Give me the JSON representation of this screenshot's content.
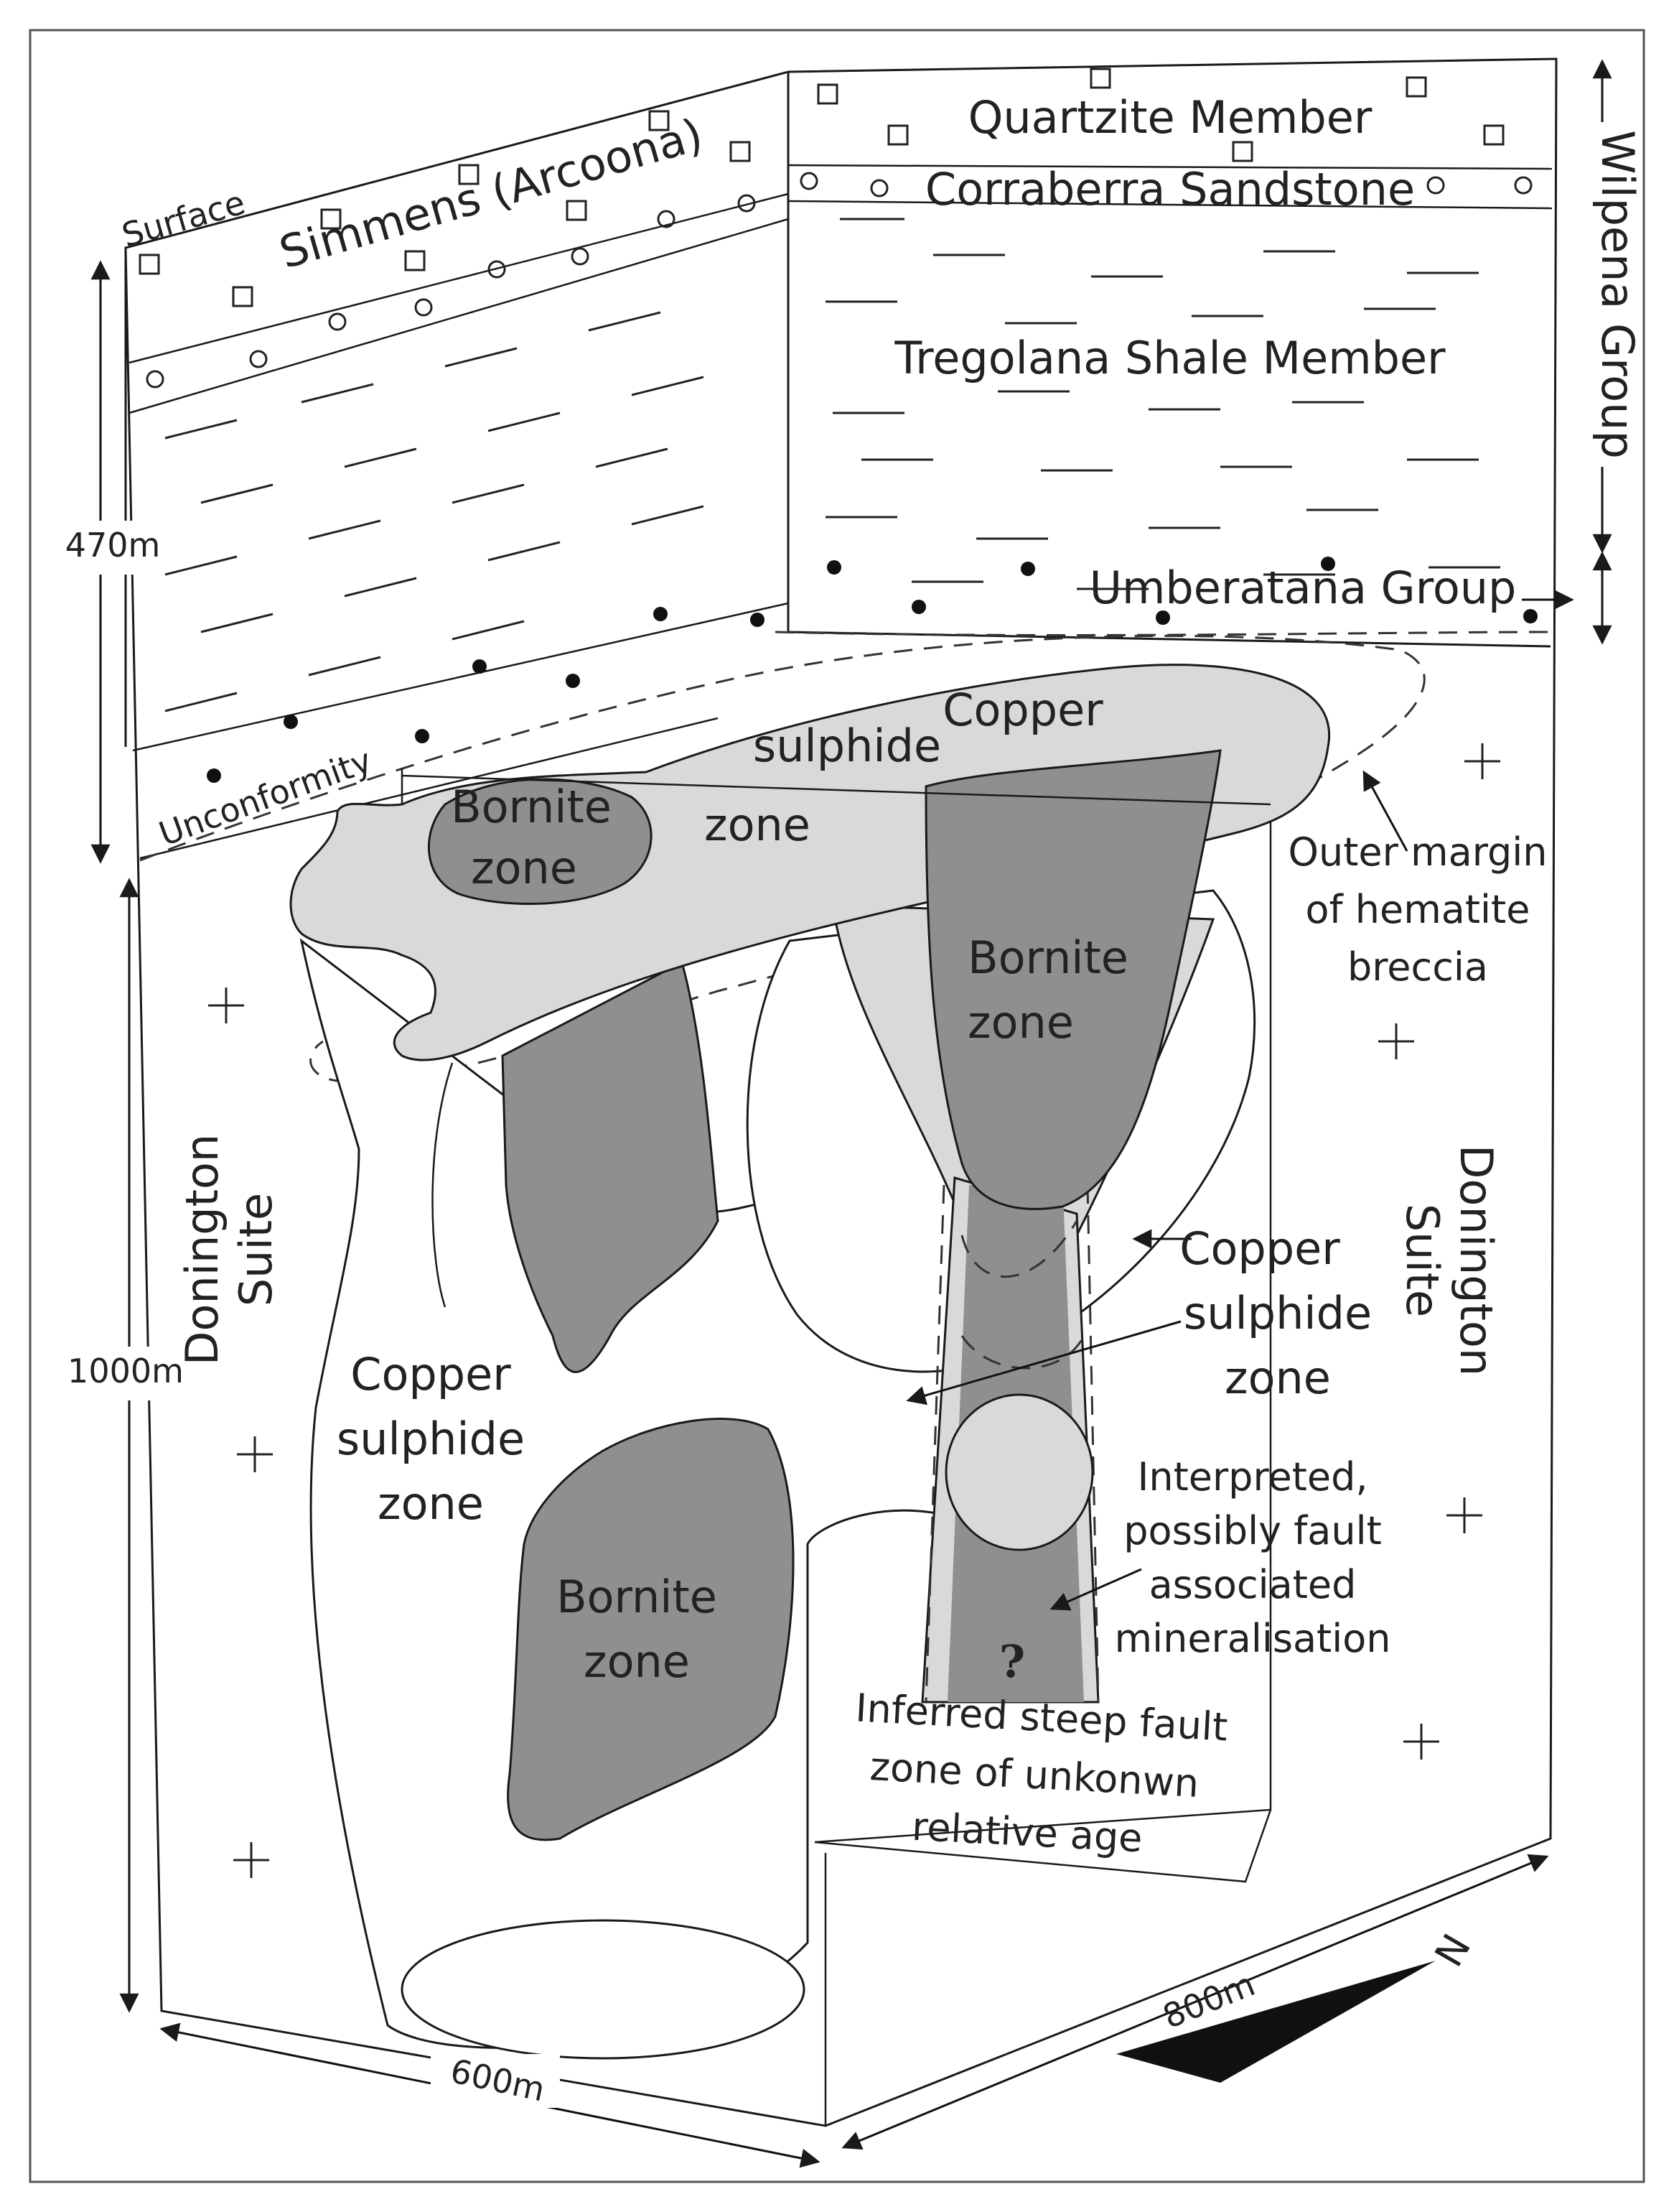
{
  "labels": {
    "quartzite": "Quartzite Member",
    "corraberra": "Corraberra Sandstone",
    "tregolana": "Tregolana Shale Member",
    "wilpena": "Wilpena Group",
    "umberatana": "Umberatana Group",
    "surface": "Surface",
    "simmens": "Simmens (Arcoona)",
    "unconformity": "Unconformity",
    "depth_470": "470m",
    "depth_1000": "1000m",
    "width_600": "600m",
    "length_800": "800m",
    "north": "N",
    "donington_left_1": "Donington",
    "donington_left_2": "Suite",
    "donington_right_1": "Donington",
    "donington_right_2": "Suite",
    "top_cu_1": "Copper",
    "top_cu_2": "sulphide",
    "top_cu_3": "zone",
    "bornite_top_1": "Bornite",
    "bornite_top_2": "zone",
    "bornite_right_1": "Bornite",
    "bornite_right_2": "zone",
    "bornite_low_1": "Bornite",
    "bornite_low_2": "zone",
    "cu_left_1": "Copper",
    "cu_left_2": "sulphide",
    "cu_left_3": "zone",
    "cu_right_1": "Copper",
    "cu_right_2": "sulphide",
    "cu_right_3": "zone",
    "outer_1": "Outer margin",
    "outer_2": "of hematite",
    "outer_3": "breccia",
    "interp_1": "Interpreted,",
    "interp_2": "possibly fault",
    "interp_3": "associated",
    "interp_4": "mineralisation",
    "question": "?",
    "fault_1": "Inferred steep fault",
    "fault_2": "zone of unkonwn",
    "fault_3": "relative age"
  },
  "colors": {
    "copper_sulphide_zone": "#d9d9d9",
    "bornite_zone": "#8f8f8f",
    "lines": "#1a1a1a"
  }
}
